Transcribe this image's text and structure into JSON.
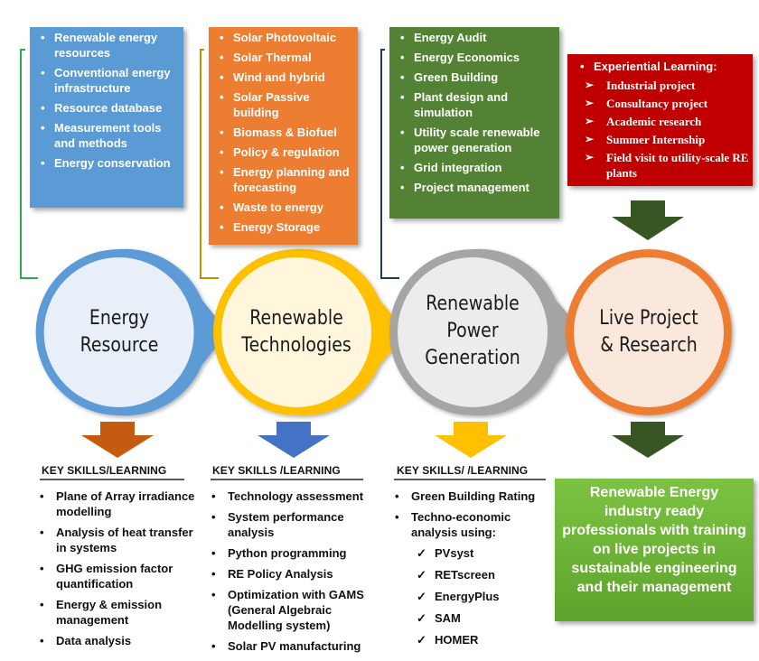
{
  "columns": [
    {
      "id": "energy-resource",
      "label_lines": [
        "Energy",
        "Resource"
      ],
      "color": "#5b9bd5",
      "topics": [
        "Renewable energy resources",
        "Conventional energy infrastructure",
        "Resource database",
        "Measurement tools and methods",
        "Energy conservation"
      ],
      "skills_title": "KEY SKILLS/LEARNING",
      "skills": [
        "Plane of Array irradiance modelling",
        "Analysis of heat transfer in systems",
        "GHG emission factor quantification",
        "Energy & emission management",
        "Data analysis"
      ]
    },
    {
      "id": "renewable-technologies",
      "label_lines": [
        "Renewable",
        "Technologies"
      ],
      "color": "#ffc000",
      "topics": [
        "Solar Photovoltaic",
        "Solar Thermal",
        "Wind and hybrid",
        "Solar Passive building",
        "Biomass & Biofuel",
        "Policy & regulation",
        "Energy planning and forecasting",
        "Waste to energy",
        "Energy Storage"
      ],
      "skills_title": "KEY SKILLS /LEARNING",
      "skills": [
        "Technology assessment",
        "System performance analysis",
        "Python programming",
        "RE Policy Analysis",
        "Optimization with GAMS (General Algebraic Modelling system)",
        "Solar PV manufacturing"
      ]
    },
    {
      "id": "renewable-power-generation",
      "label_lines": [
        "Renewable",
        "Power",
        "Generation"
      ],
      "color": "#a5a5a5",
      "topics": [
        "Energy Audit",
        "Energy Economics",
        "Green Building",
        "Plant design and simulation",
        "Utility scale renewable power generation",
        "Grid integration",
        "Project management"
      ],
      "skills_title": "KEY SKILLS/ /LEARNING",
      "skills": [
        "Green Building Rating",
        "Techno-economic analysis using:"
      ],
      "tools": [
        "PVsyst",
        "RETscreen",
        "EnergyPlus",
        "SAM",
        "HOMER"
      ]
    },
    {
      "id": "live-project-research",
      "label_lines": [
        "Live Project",
        "& Research"
      ],
      "color": "#ed7d31",
      "experiential_title": "Experiential Learning:",
      "experiential": [
        "Industrial project",
        "Consultancy project",
        "Academic research",
        "Summer Internship",
        "Field visit to utility-scale RE plants"
      ]
    }
  ],
  "outcome": "Renewable Energy industry ready professionals with training on live projects in sustainable engineering and their management",
  "colors": {
    "blue_box": "#5b9bd5",
    "orange_box": "#ed7d31",
    "green_box": "#548235",
    "red_box": "#c00000",
    "outcome_box": "#6fb338",
    "arrow_down_1": "#c55a11",
    "arrow_down_2": "#4472c4",
    "arrow_down_3": "#ffc000",
    "arrow_down_4": "#375623"
  }
}
